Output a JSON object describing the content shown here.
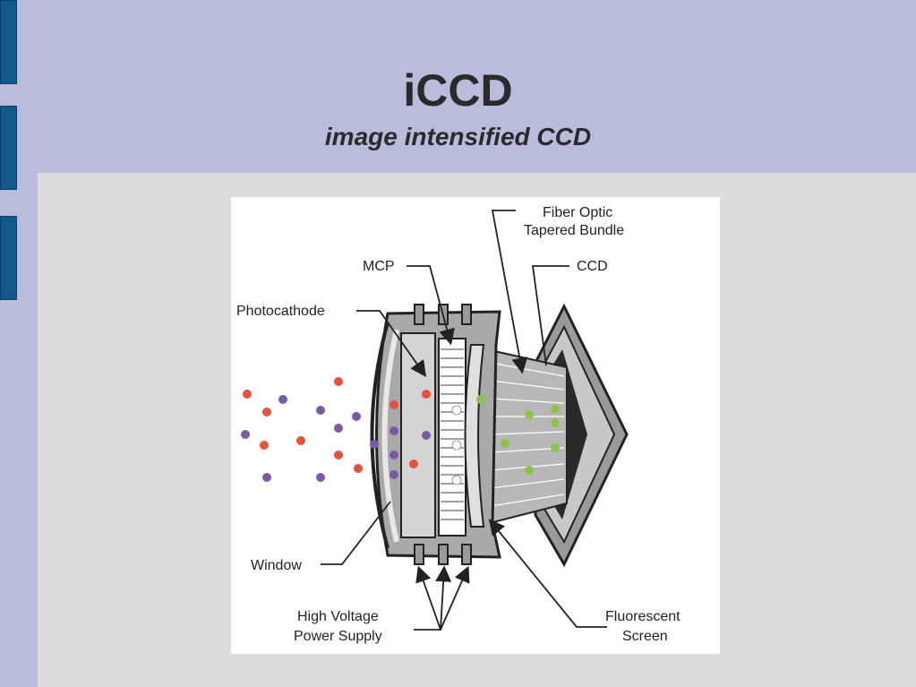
{
  "slide": {
    "title": "iCCD",
    "subtitle": "image intensified CCD"
  },
  "diagram": {
    "labels": {
      "fiber_optic_line1": "Fiber Optic",
      "fiber_optic_line2": "Tapered Bundle",
      "mcp": "MCP",
      "ccd": "CCD",
      "photocathode": "Photocathode",
      "window": "Window",
      "high_voltage_line1": "High Voltage",
      "high_voltage_line2": "Power Supply",
      "fluorescent_line1": "Fluorescent",
      "fluorescent_line2": "Screen"
    },
    "colors": {
      "photon_red": "#e8503a",
      "photon_purple": "#7a5aa6",
      "electron_white": "#ffffff",
      "phosphor_green": "#8cc34a",
      "housing_gray": "#9a9a9a"
    }
  }
}
